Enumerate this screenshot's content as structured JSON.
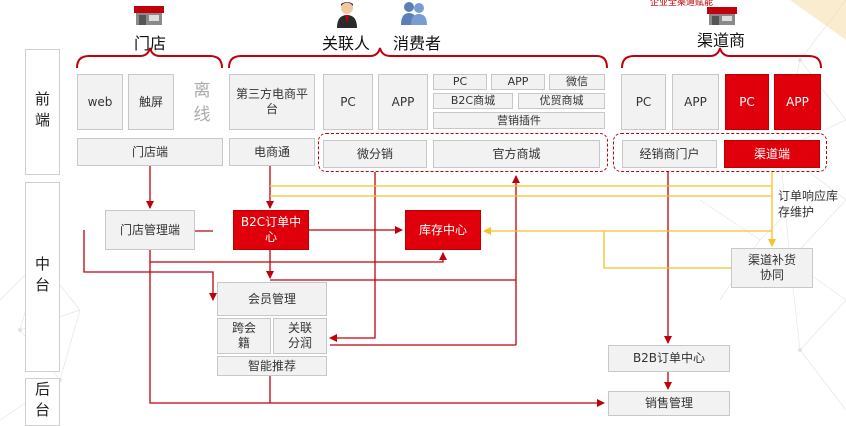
{
  "colors": {
    "accent": "#e0000b",
    "yellow_line": "#f6c12a",
    "box_bg": "#f2f2f2"
  },
  "banner": "企业全渠道赋能",
  "lanes": {
    "front": "前端",
    "middle": "中台",
    "back": "后台"
  },
  "headers": {
    "store": "门店",
    "associate": "关联人",
    "consumer": "消费者",
    "channel": "渠道商"
  },
  "icons": {
    "store": "shop-icon",
    "associate": "person-icon",
    "consumer": "people-icon",
    "channel": "shop-icon"
  },
  "front": {
    "web": "web",
    "touch": "触屏",
    "offline": "离线",
    "third_party": "第三方电商平台",
    "pc1": "PC",
    "app1": "APP",
    "small_pc": "PC",
    "small_app": "APP",
    "small_wechat": "微信",
    "b2c_mall": "B2C商城",
    "youmao_mall": "优贸商城",
    "marketing_plugin": "营销插件",
    "store_end": "门店端",
    "ecommerce": "电商通",
    "wei_distribution": "微分销",
    "official_mall": "官方商城",
    "ch_pc1": "PC",
    "ch_app1": "APP",
    "ch_pc2": "PC",
    "ch_app2": "APP",
    "dealer_portal": "经销商门户",
    "channel_end": "渠道端"
  },
  "middle": {
    "store_mgmt": "门店管理端",
    "b2c_order": "B2C订单中心",
    "inventory": "库存中心",
    "member_mgmt": "会员管理",
    "cross_member": "跨会籍",
    "associate_share": "关联分润",
    "smart_recommend": "智能推荐",
    "channel_replenish": "渠道补货协同",
    "order_note": "订单响应库存维护",
    "b2b_order": "B2B订单中心"
  },
  "back": {
    "sales_mgmt": "销售管理"
  }
}
